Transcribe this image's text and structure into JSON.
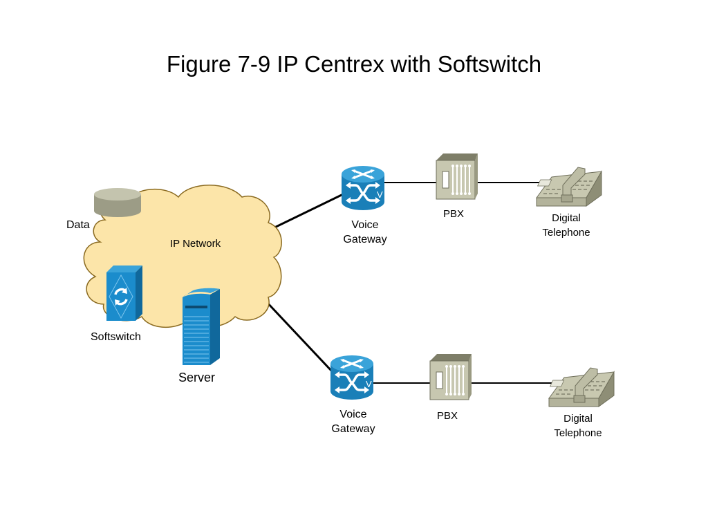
{
  "title": "Figure 7-9 IP Centrex with Softswitch",
  "network": {
    "cloud_label": "IP Network",
    "cloud_color": "#fce5a9",
    "cloud_stroke": "#8a6a20",
    "device_blue": "#1b8ccc",
    "device_gray": "#b9b9a1"
  },
  "nodes": {
    "data": {
      "label": "Data",
      "icon": "database-icon"
    },
    "softswitch": {
      "label": "Softswitch",
      "icon": "softswitch-icon"
    },
    "server": {
      "label": "Server",
      "icon": "server-icon"
    },
    "voice_gateway_top": {
      "label_line1": "Voice",
      "label_line2": "Gateway",
      "icon": "voice-gateway-router-icon"
    },
    "pbx_top": {
      "label": "PBX",
      "icon": "pbx-icon"
    },
    "phone_top": {
      "label_line1": "Digital",
      "label_line2": "Telephone",
      "icon": "digital-telephone-icon"
    },
    "voice_gateway_bottom": {
      "label_line1": "Voice",
      "label_line2": "Gateway",
      "icon": "voice-gateway-router-icon"
    },
    "pbx_bottom": {
      "label": "PBX",
      "icon": "pbx-icon"
    },
    "phone_bottom": {
      "label_line1": "Digital",
      "label_line2": "Telephone",
      "icon": "digital-telephone-icon"
    }
  },
  "links": [
    {
      "from": "IP Network",
      "to": "Voice Gateway (top)"
    },
    {
      "from": "Voice Gateway (top)",
      "to": "PBX (top)"
    },
    {
      "from": "PBX (top)",
      "to": "Digital Telephone (top)"
    },
    {
      "from": "IP Network",
      "to": "Voice Gateway (bottom)"
    },
    {
      "from": "Voice Gateway (bottom)",
      "to": "PBX (bottom)"
    },
    {
      "from": "PBX (bottom)",
      "to": "Digital Telephone (bottom)"
    }
  ]
}
